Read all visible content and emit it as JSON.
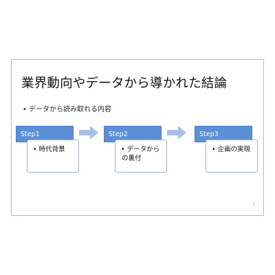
{
  "slide": {
    "title": "業界動向やデータから導かれた結論",
    "bullet": "データから読み取れる内容",
    "steps": [
      {
        "header": "Step1",
        "lines": [
          "時代背景"
        ]
      },
      {
        "header": "Step2",
        "lines": [
          "データから",
          "の裏付"
        ]
      },
      {
        "header": "Step3",
        "lines": [
          "企画の実現"
        ]
      }
    ],
    "page_number": "1"
  },
  "colors": {
    "step_header": "#5b8fd6",
    "card_border": "#9ab3da",
    "arrow": "#a9c0e4"
  },
  "icons": {
    "bullet": "bullet-dot-icon",
    "arrow": "right-arrow-icon"
  }
}
